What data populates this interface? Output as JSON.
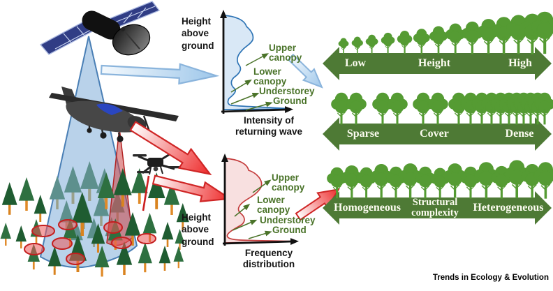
{
  "charts": {
    "top": {
      "y_axis_label": "Height above ground",
      "x_axis_label": "Intensity of returning wave",
      "annotations": {
        "upper": "Upper canopy",
        "lower": "Lower canopy",
        "understorey": "Understorey",
        "ground": "Ground"
      }
    },
    "bottom": {
      "y_axis_label": "Height above ground",
      "x_axis_label": "Frequency distribution",
      "annotations": {
        "upper": "Upper canopy",
        "lower": "Lower canopy",
        "understorey": "Understorey",
        "ground": "Ground"
      }
    }
  },
  "gradient_bars": [
    {
      "left": "Low",
      "center": "Height",
      "right": "High"
    },
    {
      "left": "Sparse",
      "center": "Cover",
      "right": "Dense"
    },
    {
      "left": "Homogeneous",
      "center": "Structural complexity",
      "right": "Heterogeneous"
    }
  ],
  "footer": {
    "journal": "Trends in Ecology & Evolution"
  },
  "colors": {
    "waveform_top_fill": "#d9e8f6",
    "waveform_top_stroke": "#2e74b5",
    "waveform_bottom_fill": "#f8e0e0",
    "waveform_bottom_stroke": "#c43c3c",
    "annotation_green": "#4a7329",
    "bar_green": "#4e7a35",
    "panel_tree_green": "#559b33",
    "conifer_dark": "#1f5c31",
    "conifer_mid": "#2e7040",
    "conifer_teal": "#5d908d",
    "trunk_orange": "#d9831f",
    "beam_blue": "#a9c8e5",
    "beam_red": "#cc4444",
    "footprint_red": "#c41e1e"
  }
}
